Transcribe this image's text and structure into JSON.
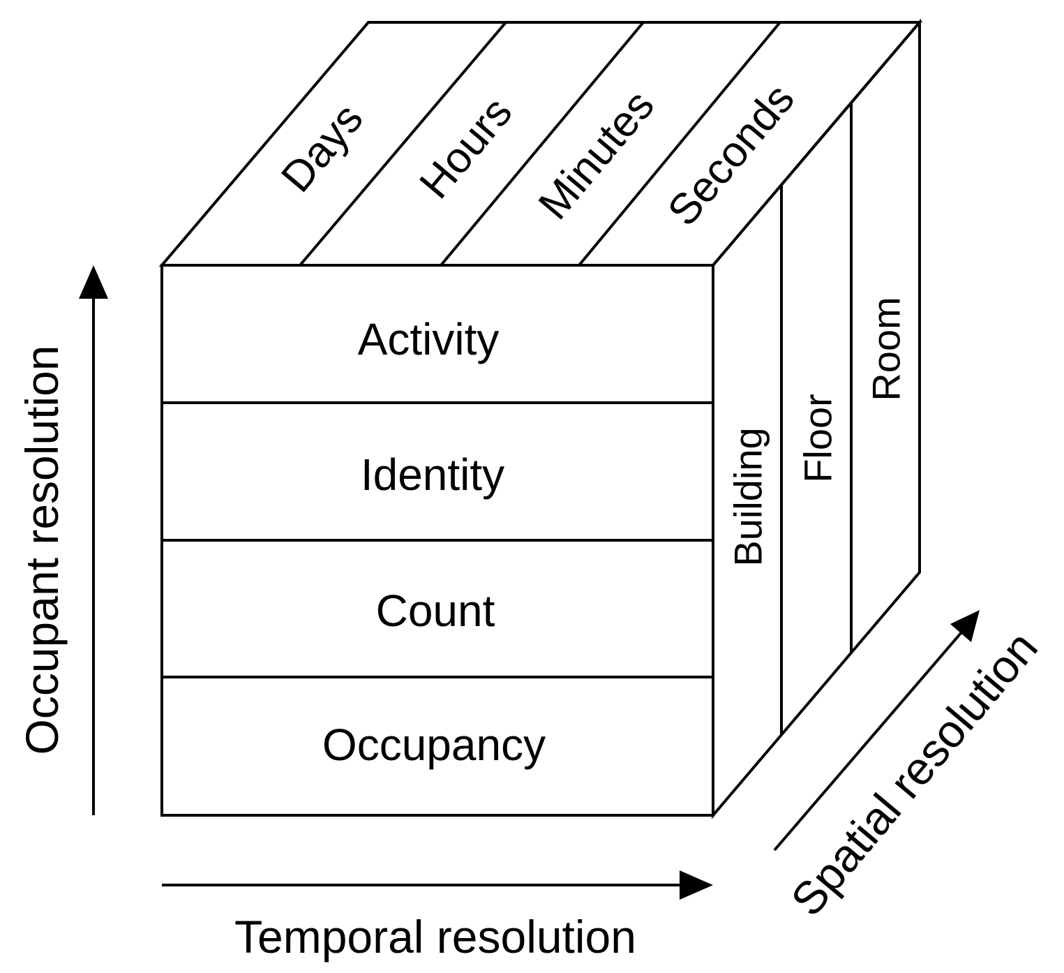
{
  "occupant_levels": [
    "Activity",
    "Identity",
    "Count",
    "Occupancy"
  ],
  "temporal_levels": [
    "Days",
    "Hours",
    "Minutes",
    "Seconds"
  ],
  "spatial_levels": [
    "Building",
    "Floor",
    "Room"
  ],
  "axes": {
    "occupant": "Occupant resolution",
    "temporal": "Temporal resolution",
    "spatial": "Spatial resolution"
  }
}
